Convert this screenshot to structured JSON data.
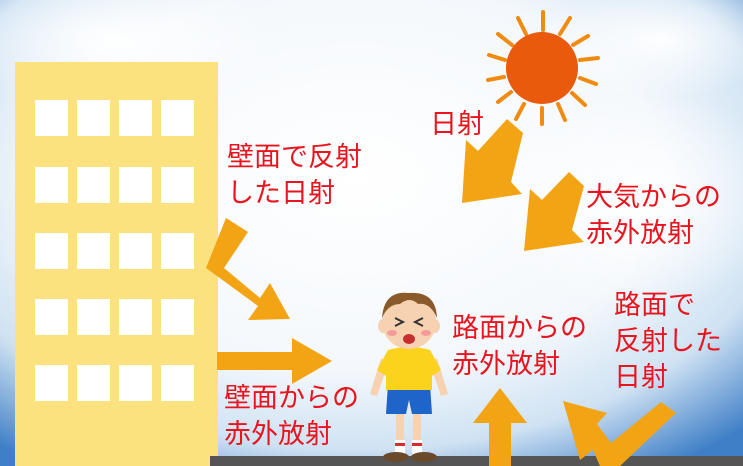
{
  "labels": {
    "solar": "日射",
    "wall_reflect": [
      "壁面で反射",
      "した日射"
    ],
    "atmosphere": [
      "大気からの",
      "赤外放射"
    ],
    "road_infrared": [
      "路面からの",
      "赤外放射"
    ],
    "road_reflect": [
      "路面で",
      "反射した",
      "日射"
    ],
    "wall_infrared": [
      "壁面からの",
      "赤外放射"
    ]
  },
  "icons": {
    "sun": "sun-icon",
    "building": "building-icon",
    "person": "child-icon",
    "arrow": "arrow-icon"
  },
  "colors": {
    "label_text": "#e8141e",
    "arrow": "#f2a414",
    "sun": "#ea5a0c",
    "sun_rays": "#f08a10",
    "building": "#fbe27e",
    "window": "#ffffff",
    "ground": "#555555",
    "sky_edge": "#3f7fc7"
  }
}
